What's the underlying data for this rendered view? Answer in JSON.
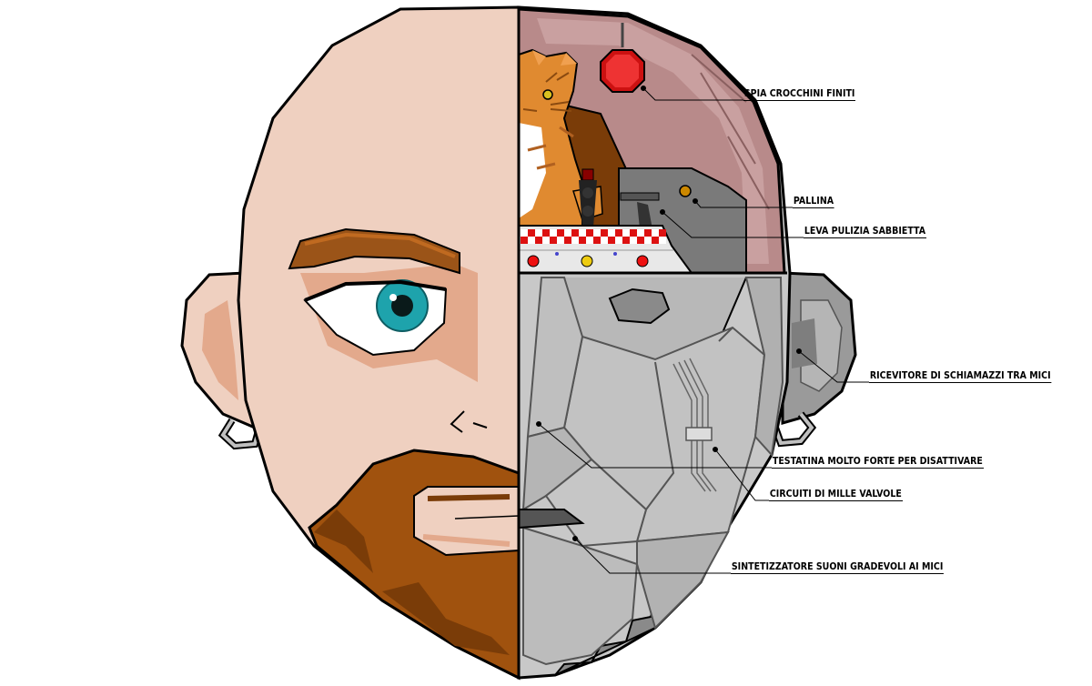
{
  "diagram": {
    "labels": {
      "spia_crocchini": "SPIA CROCCHINI FINITI",
      "pallina": "PALLINA",
      "leva": "LEVA PULIZIA SABBIETTA",
      "ricevitore": "RICEVITORE DI SCHIAMAZZI TRA MICI",
      "testatina": "TESTATINA MOLTO FORTE PER DISATTIVARE",
      "circuiti": "CIRCUITI DI MILLE VALVOLE",
      "sintetizzatore": "SINTETIZZATORE SUONI GRADEVOLI AI MICI"
    },
    "colors": {
      "skin": "#efd0c0",
      "skin_shadow": "#e3a98c",
      "beard": "#a0520e",
      "beard_dark": "#7a3c08",
      "brow": "#9b5418",
      "iris": "#1ea3ac",
      "metal": "#c8c8c8",
      "metal_dark": "#9a9a9a",
      "cabin_wall": "#b88a8a",
      "cat": "#e08a30",
      "alarm_light": "#cc1111"
    }
  }
}
